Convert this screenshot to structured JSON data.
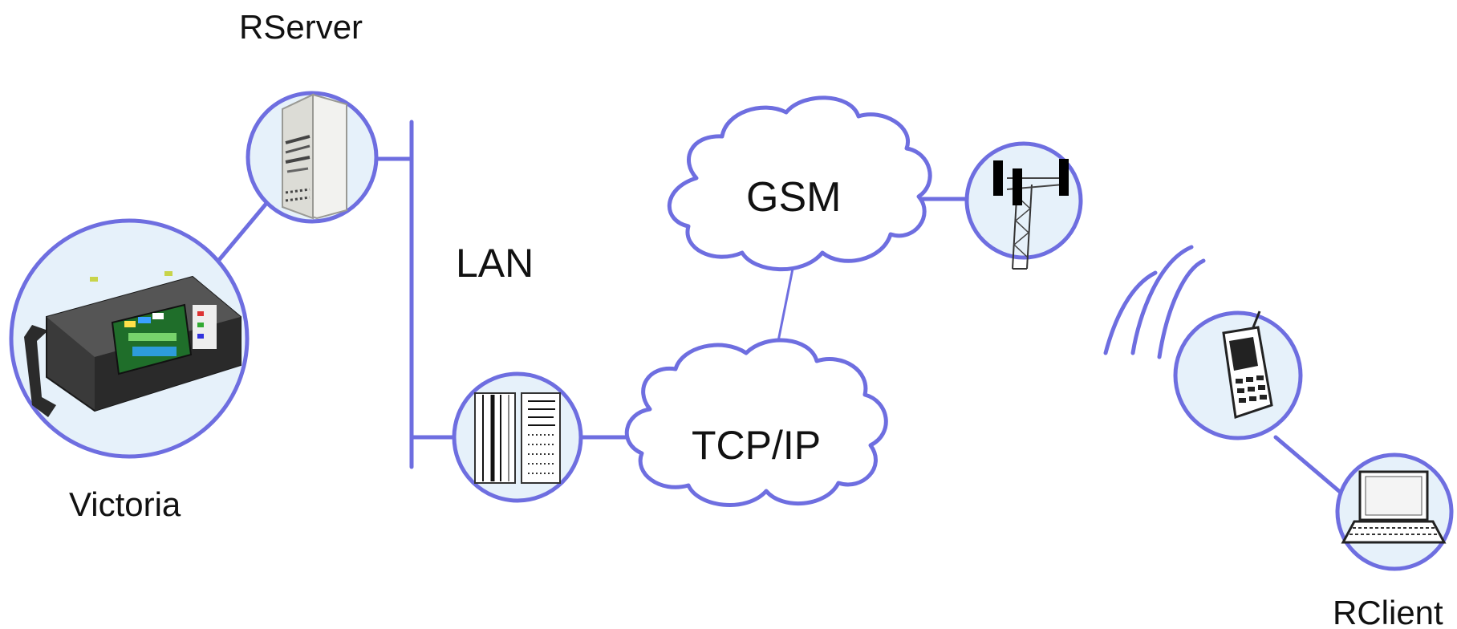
{
  "labels": {
    "rserver": "RServer",
    "victoria": "Victoria",
    "lan": "LAN",
    "gsm": "GSM",
    "tcpip": "TCP/IP",
    "rclient": "RClient"
  },
  "icons": {
    "rserver": "server-tower-icon",
    "victoria": "test-analyzer-device-icon",
    "router": "network-rack-icon",
    "tower": "cell-tower-icon",
    "phone": "mobile-phone-icon",
    "laptop": "laptop-icon"
  },
  "colors": {
    "line": "#6e6ee0",
    "node_fill": "#e6f1fa",
    "text": "#111111"
  }
}
